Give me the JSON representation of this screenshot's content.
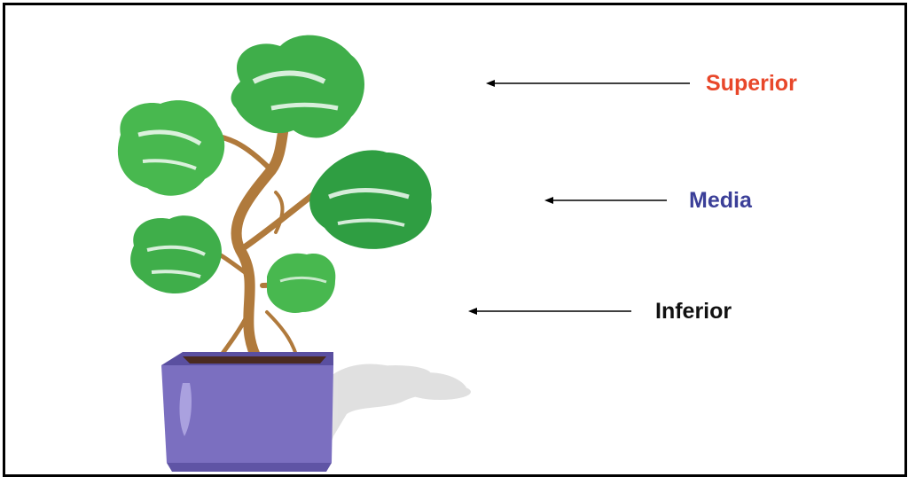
{
  "labels": {
    "superior": {
      "text": "Superior",
      "color": "#e8472a"
    },
    "media": {
      "text": "Media",
      "color": "#3b3f98"
    },
    "inferior": {
      "text": "Inferior",
      "color": "#111111"
    }
  },
  "illustration": {
    "subject": "potted-plant",
    "leaf_color": "#3fae4a",
    "pot_color": "#7b6fc0",
    "stem_color": "#b07a3c"
  }
}
